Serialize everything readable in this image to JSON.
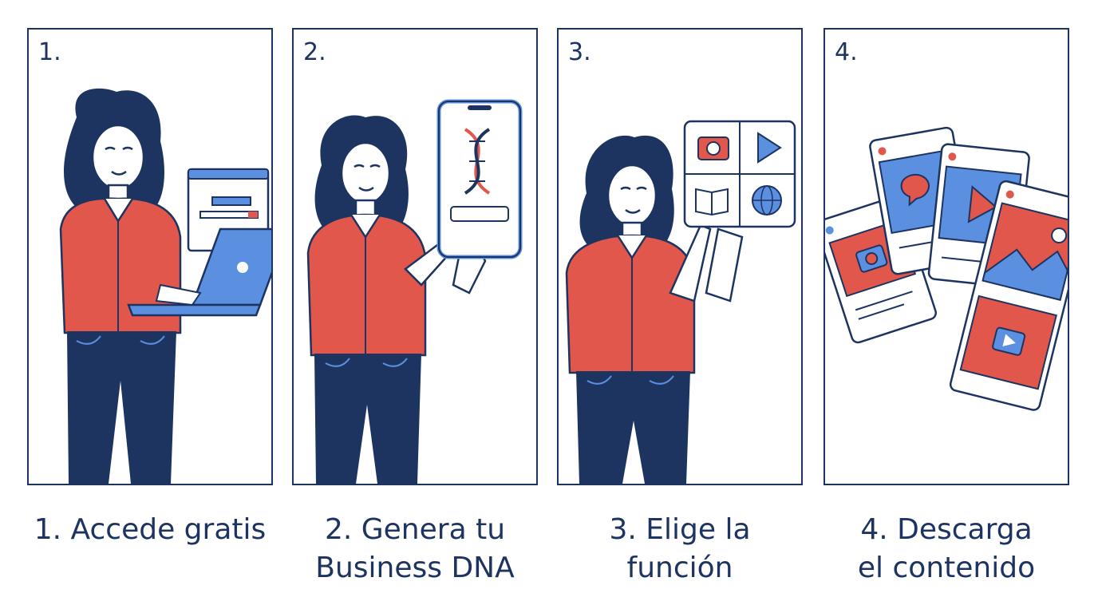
{
  "colors": {
    "navy": "#1d3461",
    "red": "#e2574c",
    "blue": "#5b8fe0",
    "background": "#ffffff"
  },
  "steps": [
    {
      "number": "1.",
      "caption_lines": [
        "1. Accede gratis"
      ],
      "icons": [
        "laptop-icon",
        "browser-window-icon"
      ]
    },
    {
      "number": "2.",
      "caption_lines": [
        "2. Genera tu",
        "Business DNA"
      ],
      "icons": [
        "smartphone-icon",
        "dna-icon"
      ]
    },
    {
      "number": "3.",
      "caption_lines": [
        "3. Elige la",
        "función"
      ],
      "icons": [
        "camera-icon",
        "play-icon",
        "book-icon",
        "globe-icon"
      ]
    },
    {
      "number": "4.",
      "caption_lines": [
        "4. Descarga",
        "el contenido"
      ],
      "icons": [
        "social-post-camera-icon",
        "social-post-chat-icon",
        "social-post-play-icon",
        "social-post-image-icon",
        "video-icon"
      ]
    }
  ]
}
